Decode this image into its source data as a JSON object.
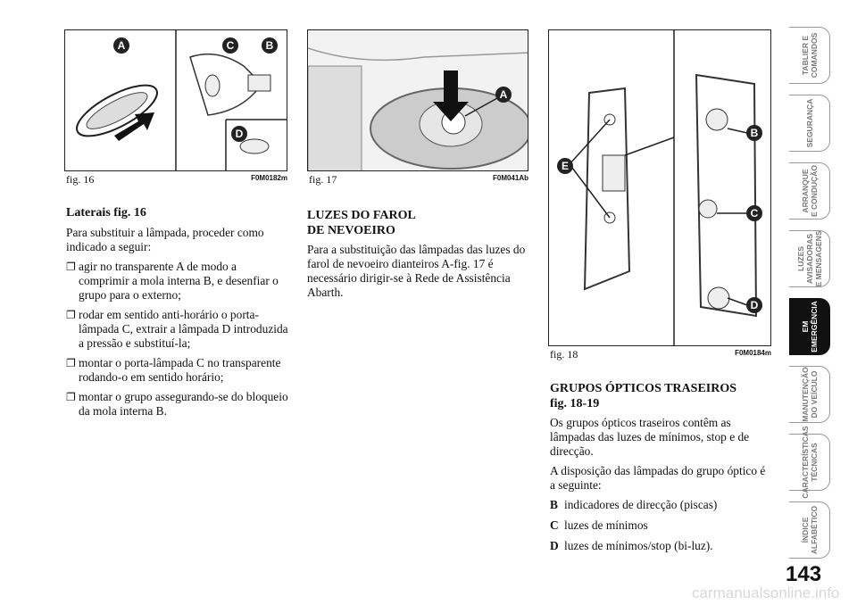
{
  "fig16": {
    "caption": "fig. 16",
    "code": "F0M0182m",
    "labels": [
      "A",
      "C",
      "B",
      "D"
    ]
  },
  "fig17": {
    "caption": "fig. 17",
    "code": "F0M041Ab",
    "labels": [
      "A"
    ]
  },
  "fig18": {
    "caption": "fig. 18",
    "code": "F0M0184m",
    "labels": [
      "E",
      "B",
      "C",
      "D"
    ]
  },
  "col1": {
    "heading": "Laterais fig. 16",
    "intro": "Para substituir a lâmpada, proceder como indicado a seguir:",
    "bullets": [
      "agir no transparente A de modo a comprimir a mola interna B, e desenfiar o grupo para o externo;",
      "rodar em sentido anti-horário o porta-lâmpada C, extrair a lâmpada D introduzida a pressão e substituí-la;",
      "montar o porta-lâmpada C no transparente rodando-o em sentido horário;",
      "montar o grupo assegurando-se do bloqueio da mola interna B."
    ]
  },
  "col2": {
    "heading1": "LUZES DO FAROL",
    "heading2": "DE NEVOEIRO",
    "body": "Para a substituição das lâmpadas das luzes do farol de nevoeiro dianteiros A-fig. 17 é necessário dirigir-se à Rede de Assistência Abarth."
  },
  "col3": {
    "heading1": "GRUPOS ÓPTICOS TRASEIROS",
    "heading2": "fig. 18-19",
    "p1": "Os grupos ópticos traseiros contêm as lâmpadas das luzes de mínimos, stop e de direcção.",
    "p2": "A disposição das lâmpadas do grupo óptico é a seguinte:",
    "items": [
      {
        "key": "B",
        "text": "indicadores de direcção (piscas)"
      },
      {
        "key": "C",
        "text": "luzes de mínimos"
      },
      {
        "key": "D",
        "text": "luzes de mínimos/stop (bi-luz)."
      }
    ]
  },
  "tabs": [
    {
      "label": "TABLIER E\nCOMANDOS",
      "active": false
    },
    {
      "label": "SEGURANÇA",
      "active": false
    },
    {
      "label": "ARRANQUE\nE CONDUÇÃO",
      "active": false
    },
    {
      "label": "LUZES\nAVISADORAS\nE MENSAGENS",
      "active": false
    },
    {
      "label": "EM\nEMERGÊNCIA",
      "active": true
    },
    {
      "label": "MANUTENÇÃO\nDO VEÍCULO",
      "active": false
    },
    {
      "label": "CARACTERÍSTICAS\nTÉCNICAS",
      "active": false
    },
    {
      "label": "ÍNDICE\nALFABÉTICO",
      "active": false
    }
  ],
  "page_number": "143",
  "watermark": "carmanualsonline.info"
}
